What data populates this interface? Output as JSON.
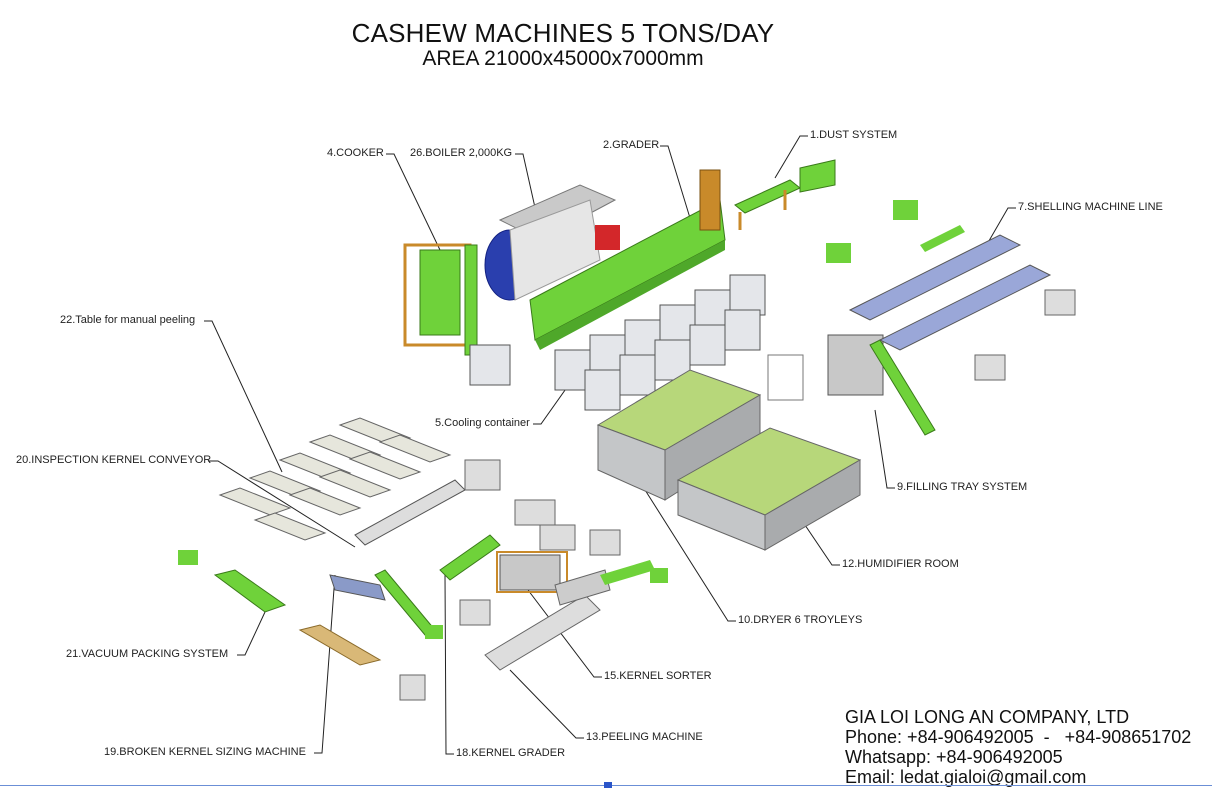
{
  "header": {
    "title": "CASHEW MACHINES 5 TONS/DAY",
    "subtitle": "AREA 21000x45000x7000mm"
  },
  "labels": {
    "dust_system": "1.DUST SYSTEM",
    "grader": "2.GRADER",
    "cooker": "4.COOKER",
    "boiler": "26.BOILER 2,000KG",
    "shelling": "7.SHELLING MACHINE LINE",
    "manual_peeling": "22.Table for manual peeling",
    "inspection": "20.INSPECTION  KERNEL CONVEYOR",
    "cooling": "5.Cooling container",
    "filling": "9.FILLING TRAY SYSTEM",
    "humidifier": "12.HUMIDIFIER ROOM",
    "dryer": "10.DRYER 6 TROYLEYS",
    "kernel_sorter": "15.KERNEL SORTER",
    "vacuum": "21.VACUUM PACKING SYSTEM",
    "peeling_machine": "13.PEELING MACHINE",
    "broken_sizing": "19.BROKEN KERNEL SIZING MACHINE",
    "kernel_grader": "18.KERNEL GRADER"
  },
  "company": {
    "name": "GIA LOI LONG AN COMPANY, LTD",
    "phone": "Phone: +84-906492005  -   +84-908651702",
    "whatsapp": "Whatsapp: +84-906492005",
    "email": "Email: ledat.gialoi@gmail.com"
  },
  "colors": {
    "machine_green": "#6fd23a",
    "frame_orange": "#c98a2a",
    "steel_grey": "#b9bcc0",
    "boiler_blue": "#2a3fae"
  }
}
